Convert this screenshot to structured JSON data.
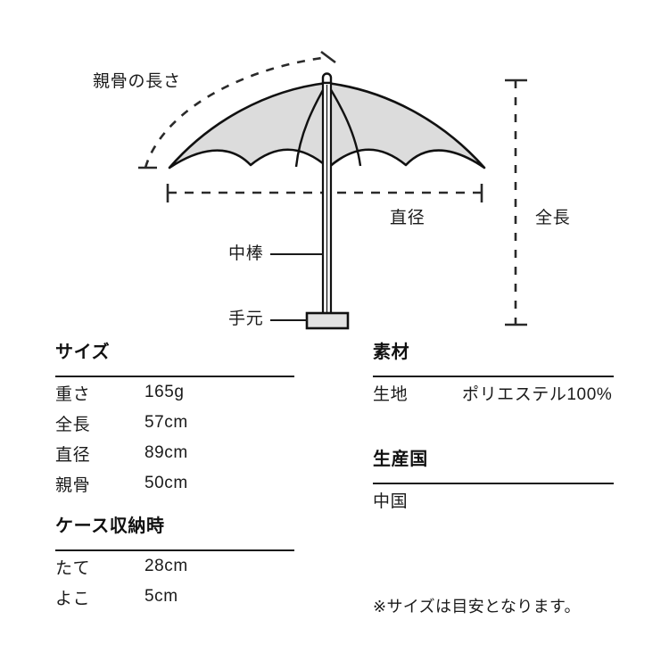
{
  "diagram": {
    "labels": {
      "rib_length": "親骨の長さ",
      "diameter": "直径",
      "total_length": "全長",
      "shaft": "中棒",
      "handle": "手元"
    },
    "colors": {
      "canopy_fill": "#dcdcdc",
      "outline": "#111111",
      "dashed_guide": "#2a2a2a",
      "background": "#ffffff"
    }
  },
  "specs": {
    "size": {
      "title": "サイズ",
      "rows": [
        {
          "label": "重さ",
          "value": "165g"
        },
        {
          "label": "全長",
          "value": "57cm"
        },
        {
          "label": "直径",
          "value": "89cm"
        },
        {
          "label": "親骨",
          "value": "50cm"
        }
      ]
    },
    "case": {
      "title": "ケース収納時",
      "rows": [
        {
          "label": "たて",
          "value": "28cm"
        },
        {
          "label": "よこ",
          "value": "5cm"
        }
      ]
    },
    "material": {
      "title": "素材",
      "rows": [
        {
          "label": "生地",
          "value": "ポリエステル100%"
        }
      ]
    },
    "origin": {
      "title": "生産国",
      "rows": [
        {
          "label": "中国",
          "value": ""
        }
      ]
    }
  },
  "note": "※サイズは目安となります。"
}
